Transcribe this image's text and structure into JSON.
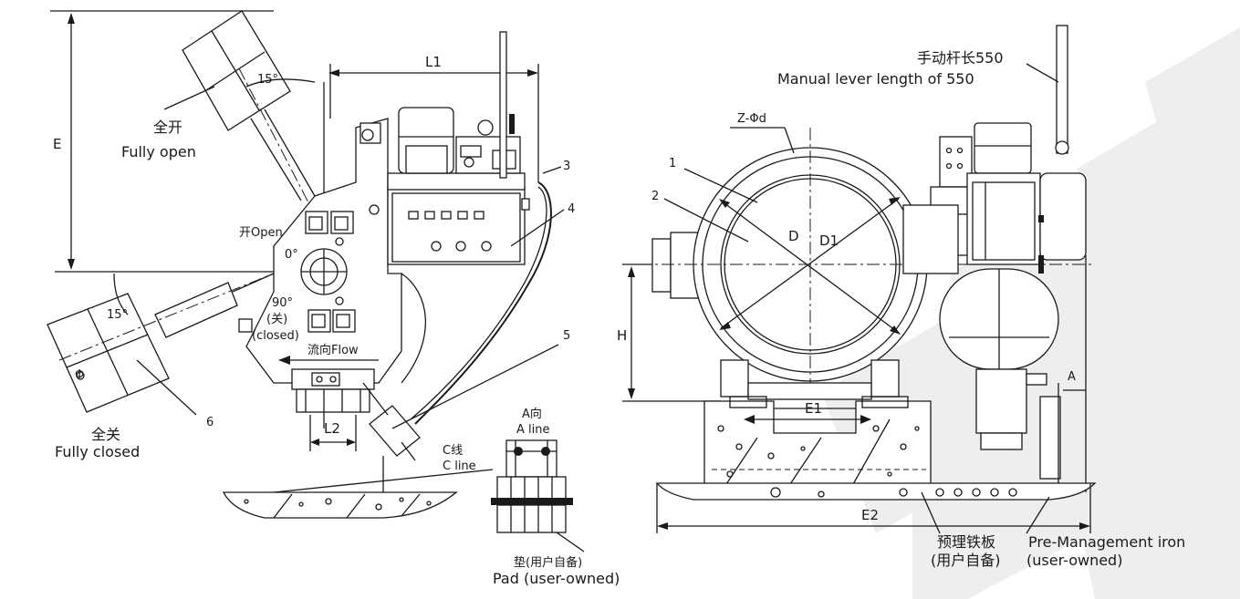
{
  "colors": {
    "ink": "#1a1a1a",
    "watermark": "#eeeeee",
    "background": "#ffffff"
  },
  "left_view": {
    "dim_E": "E",
    "dim_L1": "L1",
    "dim_L2": "L2",
    "angle_top": "15°",
    "angle_bottom": "15°",
    "fully_open_cn": "全开",
    "fully_open_en": "Fully open",
    "fully_closed_cn": "全关",
    "fully_closed_en": "Fully closed",
    "open_label": "开Open",
    "zero_deg": "0°",
    "ninety_deg": "90°",
    "closed_cn": "(关)",
    "closed_en": "(closed)",
    "flow_label": "流向Flow",
    "phi_symbol": "Φ",
    "callout_3": "3",
    "callout_4": "4",
    "callout_5": "5",
    "callout_6": "6"
  },
  "detail": {
    "a_dir_cn": "A向",
    "a_line_en": "A line",
    "c_line_cn": "C线",
    "c_line_en": "C line",
    "pad_cn": "垫(用户自备)",
    "pad_en": "Pad (user-owned)"
  },
  "right_view": {
    "lever_cn": "手动杆长550",
    "lever_en": "Manual lever length of 550",
    "bolt_holes": "Z-Φd",
    "callout_1": "1",
    "callout_2": "2",
    "dim_D": "D",
    "dim_D1": "D1",
    "dim_H": "H",
    "dim_E1": "E1",
    "dim_E2": "E2",
    "dim_A": "A",
    "embed_cn_1": "预理铁板",
    "embed_cn_2": "(用户自备)",
    "embed_en_1": "Pre-Management iron",
    "embed_en_2": "(user-owned)"
  }
}
